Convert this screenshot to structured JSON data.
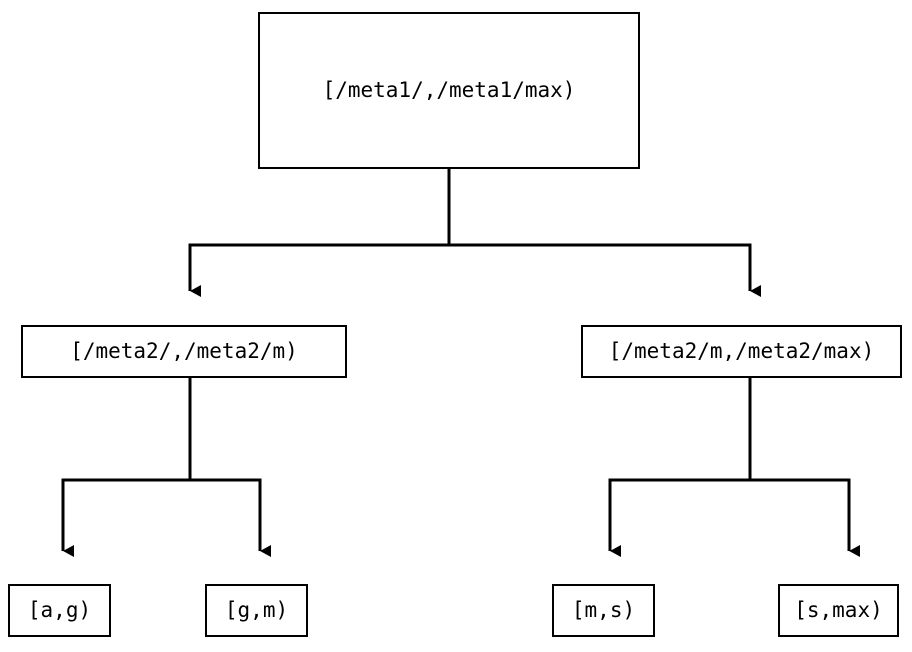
{
  "diagram": {
    "type": "tree",
    "orientation": "top-down",
    "colors": {
      "stroke": "#000000",
      "node_fill": "#ffffff",
      "background": "#ffffff",
      "text": "#000000"
    },
    "nodes": {
      "root": {
        "label": "[/meta1/,/meta1/max)"
      },
      "mid_left": {
        "label": "[/meta2/,/meta2/m)"
      },
      "mid_right": {
        "label": "[/meta2/m,/meta2/max)"
      },
      "leaves": [
        {
          "label": "[a,g)"
        },
        {
          "label": "[g,m)"
        },
        {
          "label": "[m,s)"
        },
        {
          "label": "[s,max)"
        }
      ]
    },
    "edges": [
      {
        "from": "root",
        "to": "mid_left",
        "arrow": "triangle-down"
      },
      {
        "from": "root",
        "to": "mid_right",
        "arrow": "triangle-down"
      },
      {
        "from": "mid_left",
        "to": "leaf_0",
        "arrow": "triangle-down"
      },
      {
        "from": "mid_left",
        "to": "leaf_1",
        "arrow": "triangle-down"
      },
      {
        "from": "mid_right",
        "to": "leaf_2",
        "arrow": "triangle-down"
      },
      {
        "from": "mid_right",
        "to": "leaf_3",
        "arrow": "triangle-down"
      }
    ]
  }
}
